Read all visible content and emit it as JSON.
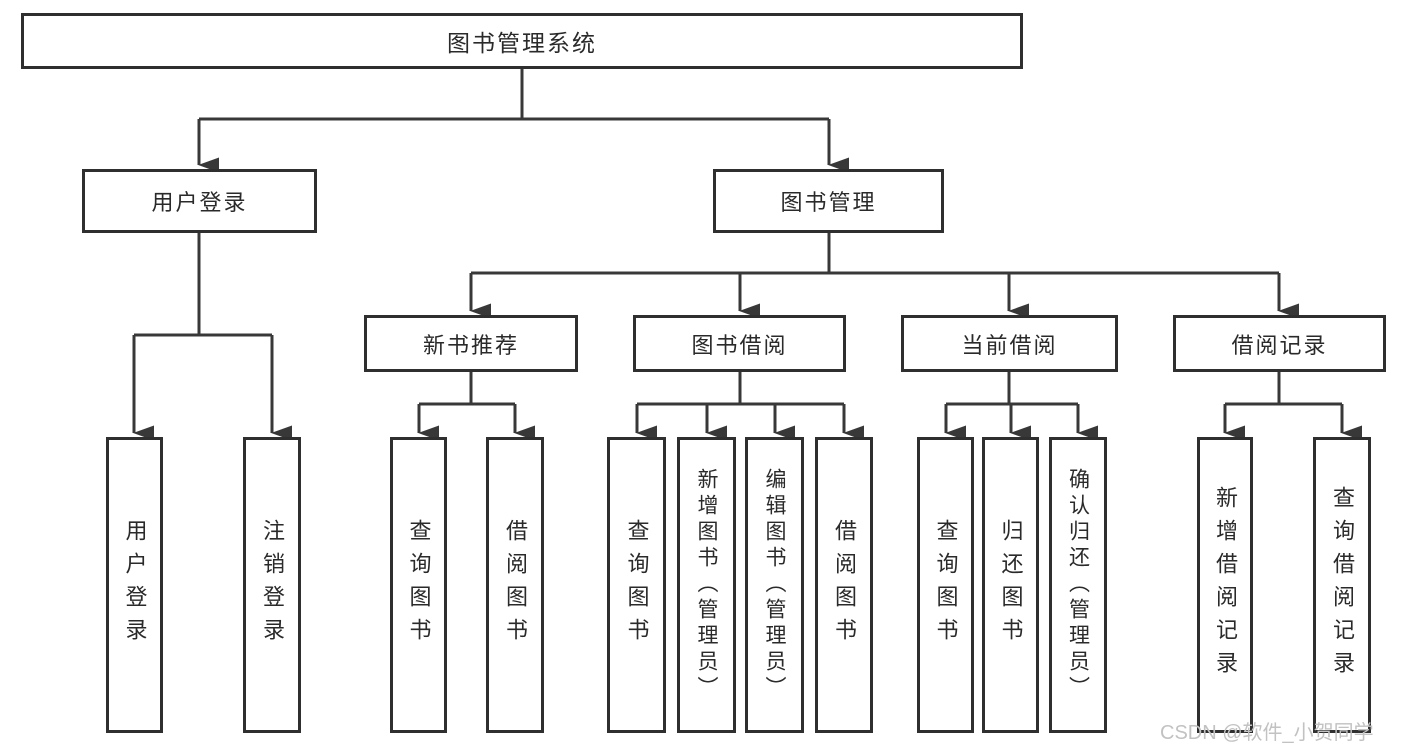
{
  "tree": {
    "label": "图书管理系统",
    "children": [
      {
        "label": "用户登录",
        "children": [
          {
            "label": "用户登录"
          },
          {
            "label": "注销登录"
          }
        ]
      },
      {
        "label": "图书管理",
        "children": [
          {
            "label": "新书推荐",
            "children": [
              {
                "label": "查询图书"
              },
              {
                "label": "借阅图书"
              }
            ]
          },
          {
            "label": "图书借阅",
            "children": [
              {
                "label": "查询图书"
              },
              {
                "label": "新增图书（管理员）"
              },
              {
                "label": "编辑图书（管理员）"
              },
              {
                "label": "借阅图书"
              }
            ]
          },
          {
            "label": "当前借阅",
            "children": [
              {
                "label": "查询图书"
              },
              {
                "label": "归还图书"
              },
              {
                "label": "确认归还（管理员）"
              }
            ]
          },
          {
            "label": "借阅记录",
            "children": [
              {
                "label": "新增借阅记录"
              },
              {
                "label": "查询借阅记录"
              }
            ]
          }
        ]
      }
    ]
  },
  "watermark": "CSDN @软件_小贺同学",
  "colors": {
    "line": "#383838",
    "border": "#2f2f2f",
    "fill": "#ffffff",
    "text": "#2a2a2a",
    "watermark": "#c2c2c2",
    "background": "#ffffff"
  }
}
